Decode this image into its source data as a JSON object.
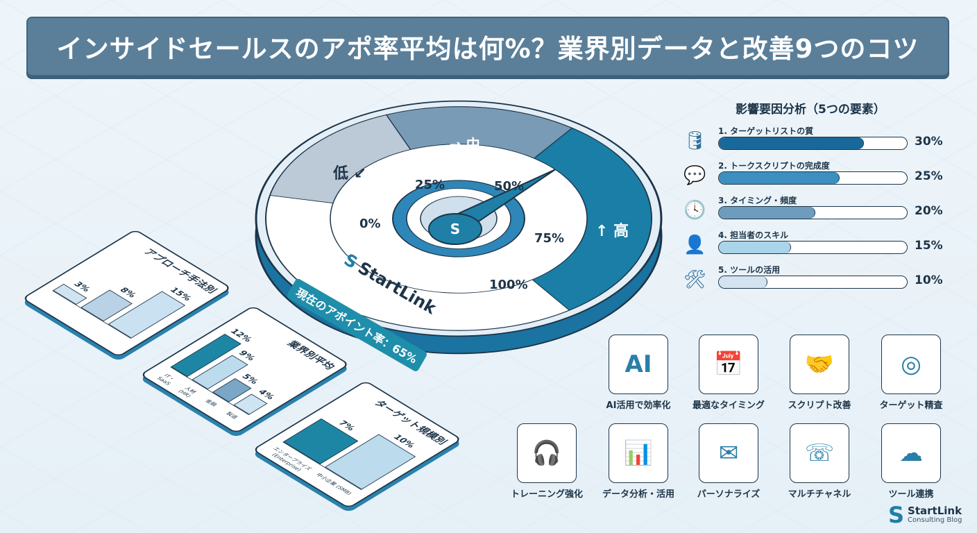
{
  "title": "インサイドセールスのアポ率平均は何%？業界別データと改善9つのコツ",
  "gauge": {
    "low_label": "低 ↙",
    "mid_label": "→ 中",
    "high_label": "↑ 高",
    "ticks": [
      "0%",
      "25%",
      "50%",
      "75%",
      "100%"
    ],
    "value_percent": 65,
    "current_label": "現在のアポイント率：65%",
    "brand": "StartLink"
  },
  "cards": [
    {
      "title": "アプローチ手法別",
      "bars": [
        {
          "label": "",
          "value": 3,
          "text": "3%",
          "color": "#cfe3f1"
        },
        {
          "label": "",
          "value": 8,
          "text": "8%",
          "color": "#b9d2e6"
        },
        {
          "label": "",
          "value": 15,
          "text": "15%",
          "color": "#c9e1f1"
        }
      ],
      "max": 15
    },
    {
      "title": "業界別平均",
      "bars": [
        {
          "label": "IT・SaaS",
          "value": 12,
          "text": "12%",
          "color": "#1e86a5"
        },
        {
          "label": "人材 (HR)",
          "value": 9,
          "text": "9%",
          "color": "#bcdcee"
        },
        {
          "label": "金融",
          "value": 5,
          "text": "5%",
          "color": "#7aa7c6"
        },
        {
          "label": "製造",
          "value": 4,
          "text": "4%",
          "color": "#cfe4f2"
        }
      ],
      "max": 12
    },
    {
      "title": "ターゲット規模別",
      "bars": [
        {
          "label": "エンタープライズ (Enterprise)",
          "value": 7,
          "text": "7%",
          "color": "#1e86a5"
        },
        {
          "label": "中小企業 (SMB)",
          "value": 10,
          "text": "10%",
          "color": "#bcdcee"
        }
      ],
      "max": 10
    }
  ],
  "factors": {
    "title": "影響要因分析（5つの要素）",
    "items": [
      {
        "label": "1. ターゲットリストの質",
        "value": 30,
        "pct": "30%",
        "color": "#19689a",
        "icon": "database-icon"
      },
      {
        "label": "2. トークスクリプトの完成度",
        "value": 25,
        "pct": "25%",
        "color": "#3d8fc0",
        "icon": "chat-icon"
      },
      {
        "label": "3. タイミング・頻度",
        "value": 20,
        "pct": "20%",
        "color": "#6d9cbd",
        "icon": "clock-icon"
      },
      {
        "label": "4. 担当者のスキル",
        "value": 15,
        "pct": "15%",
        "color": "#a9d4ea",
        "icon": "user-check-icon"
      },
      {
        "label": "5. ツールの活用",
        "value": 10,
        "pct": "10%",
        "color": "#d3e3f0",
        "icon": "tools-icon"
      }
    ]
  },
  "tips": [
    {
      "label": "AI活用で効率化",
      "icon": "ai-chip-icon",
      "glyph": "AI"
    },
    {
      "label": "最適なタイミング",
      "icon": "calendar-clock-icon",
      "glyph": "📅"
    },
    {
      "label": "スクリプト改善",
      "icon": "handshake-icon",
      "glyph": "🤝"
    },
    {
      "label": "ターゲット精査",
      "icon": "target-search-icon",
      "glyph": "◎"
    },
    {
      "label": "トレーニング強化",
      "icon": "headset-icon",
      "glyph": "🎧"
    },
    {
      "label": "データ分析・活用",
      "icon": "dashboard-icon",
      "glyph": "📊"
    },
    {
      "label": "パーソナライズ",
      "icon": "email-icon",
      "glyph": "✉"
    },
    {
      "label": "マルチチャネル",
      "icon": "multichannel-icon",
      "glyph": "☏"
    },
    {
      "label": "ツール連携",
      "icon": "cloud-link-icon",
      "glyph": "☁"
    }
  ],
  "logo": {
    "name": "StartLink",
    "sub": "Consulting Blog"
  }
}
